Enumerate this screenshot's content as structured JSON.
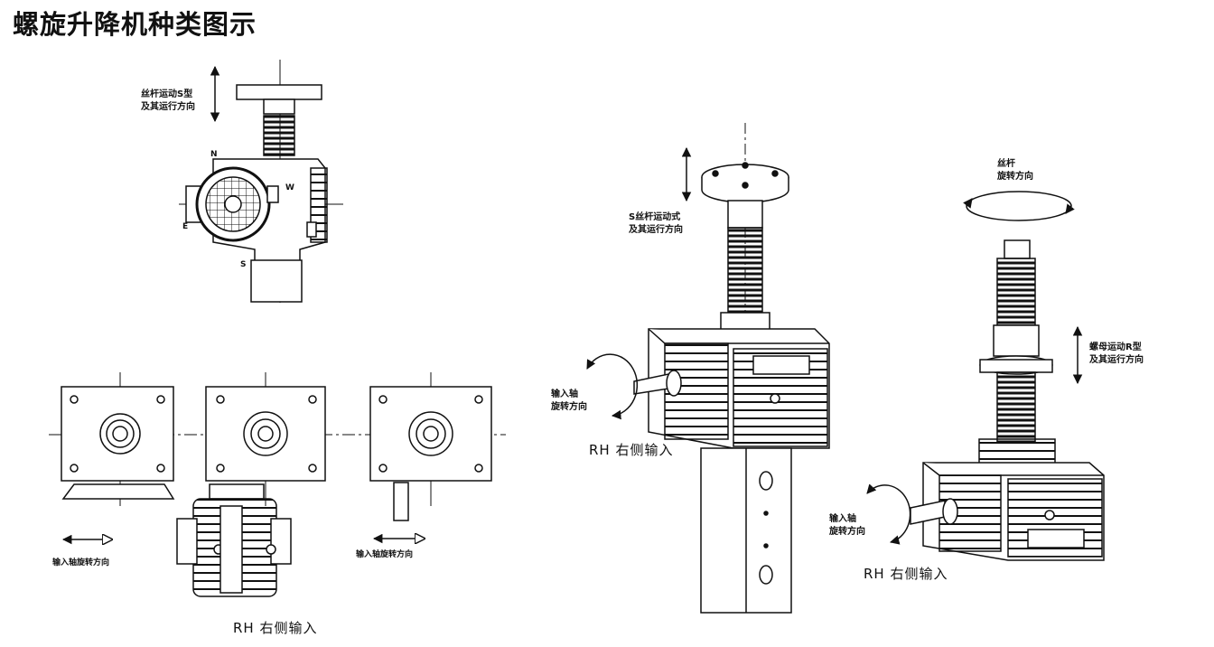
{
  "title": "螺旋升降机种类图示",
  "fig_top": {
    "label_line1": "丝杆运动S型",
    "label_line2": "及其运行方向",
    "compass": {
      "n": "N",
      "w": "W",
      "e": "E",
      "s": "S"
    }
  },
  "fig_left_views": {
    "label_left": "输入轴旋转方向",
    "label_right": "输入轴旋转方向",
    "caption": "RH 右侧输入"
  },
  "fig_mid": {
    "label_line1": "S丝杆运动式",
    "label_line2": "及其运行方向",
    "input_line1": "输入轴",
    "input_line2": "旋转方向",
    "caption": "RH 右侧输入"
  },
  "fig_right": {
    "top_line1": "丝杆",
    "top_line2": "旋转方向",
    "nut_line1": "螺母运动R型",
    "nut_line2": "及其运行方向",
    "input_line1": "输入轴",
    "input_line2": "旋转方向",
    "caption": "RH 右侧输入"
  }
}
